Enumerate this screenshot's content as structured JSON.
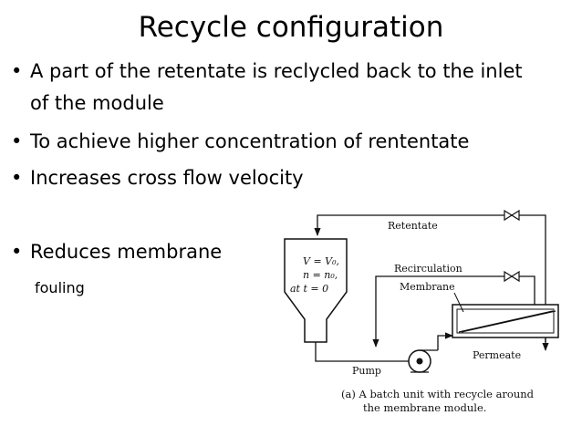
{
  "slide": {
    "title": "Recycle configuration",
    "bullets": [
      {
        "marker": "•",
        "lines": [
          "A part of the retentate is reclycled back to the inlet",
          "of the module"
        ]
      },
      {
        "marker": "•",
        "lines": [
          "To achieve higher concentration of rententate"
        ]
      },
      {
        "marker": "•",
        "lines": [
          "Increases cross flow velocity"
        ]
      },
      {
        "marker": "•",
        "lines": [
          "Reduces membrane"
        ]
      }
    ],
    "sub_text": "fouling"
  },
  "diagram": {
    "labels": {
      "retentate": "Retentate",
      "recirculation": "Recirculation",
      "membrane": "Membrane",
      "permeate": "Permeate",
      "pump": "Pump"
    },
    "tank_conditions": {
      "line1": "V = V₀,",
      "line2": "n = n₀,",
      "line3": "at t = 0"
    },
    "caption": {
      "line1": "(a)  A batch unit with recycle around",
      "line2": "the membrane module."
    }
  }
}
